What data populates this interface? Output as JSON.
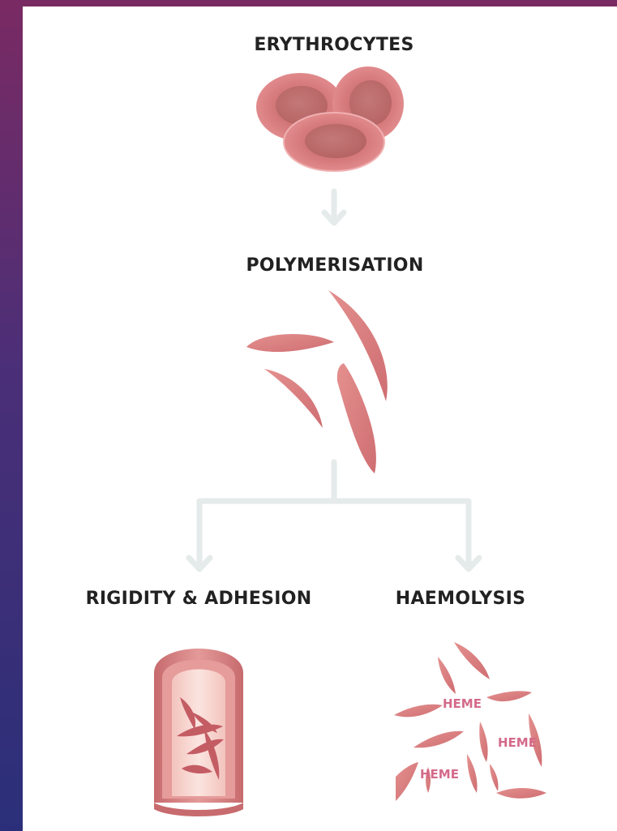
{
  "steps": {
    "erythrocytes": "ERYTHROCYTES",
    "polymerisation": "POLYMERISATION",
    "rigidity": "RIGIDITY & ADHESION",
    "haemolysis": "HAEMOLYSIS"
  },
  "heme_labels": [
    "HEME",
    "HEME",
    "HEME"
  ],
  "colors": {
    "cell": "#dd7b7f",
    "cell_dark": "#b85a5f",
    "arrow": "#e5ebea",
    "left_gradient_top": "#7a2a63",
    "left_gradient_bottom": "#2b2f79"
  }
}
